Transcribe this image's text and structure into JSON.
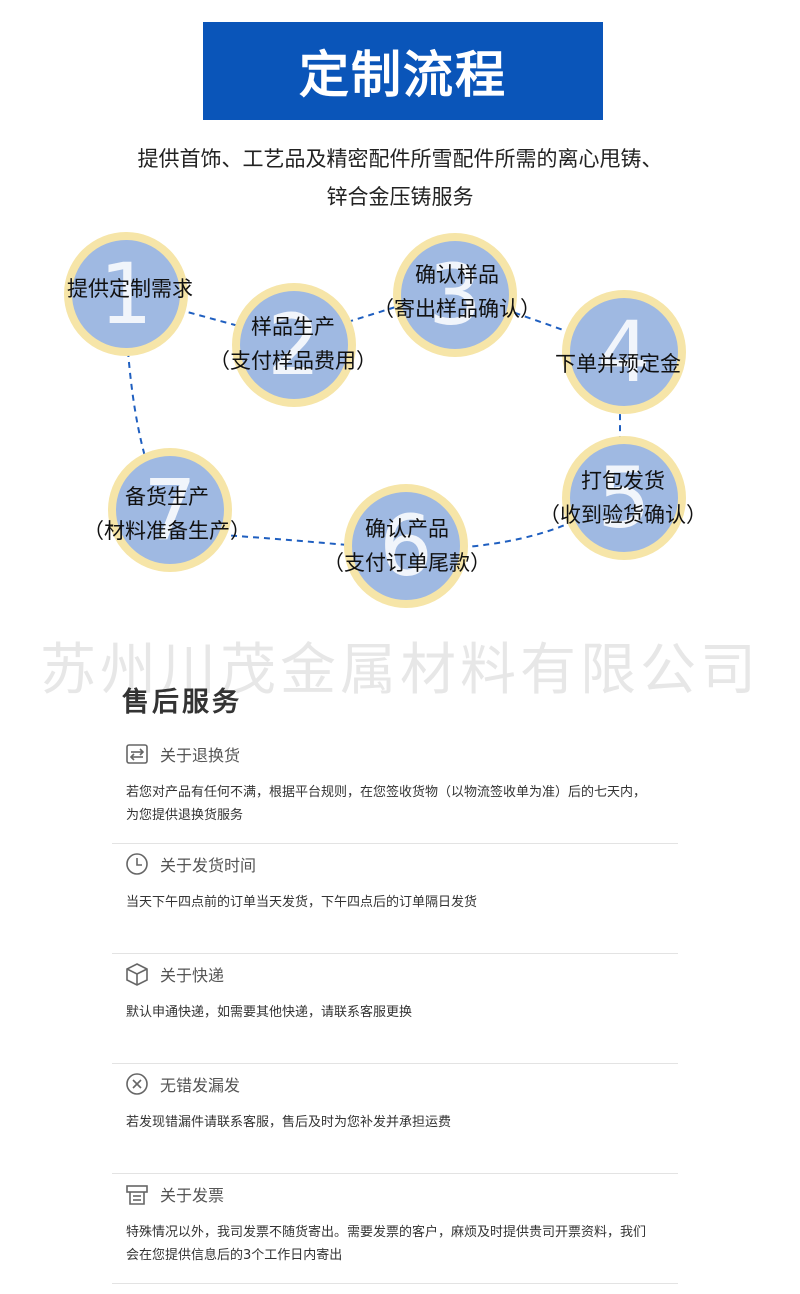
{
  "banner": {
    "title": "定制流程"
  },
  "subtitle": {
    "line1": "提供首饰、工艺品及精密配件所雪配件所需的离心甩铸、",
    "line2": "锌合金压铸服务"
  },
  "flow": {
    "steps": [
      {
        "num": "1",
        "label1": "提供定制需求",
        "label2": ""
      },
      {
        "num": "2",
        "label1": "样品生产",
        "label2": "（支付样品费用）"
      },
      {
        "num": "3",
        "label1": "确认样品",
        "label2": "（寄出样品确认）"
      },
      {
        "num": "4",
        "label1": "下单并预定金",
        "label2": ""
      },
      {
        "num": "5",
        "label1": "打包发货",
        "label2": "（收到验货确认）"
      },
      {
        "num": "6",
        "label1": "确认产品",
        "label2": "（支付订单尾款）"
      },
      {
        "num": "7",
        "label1": "备货生产",
        "label2": "（材料准备生产）"
      }
    ],
    "colors": {
      "circle": "#9fb9e2",
      "ring": "#f6e5a8",
      "line": "#1f5fc0",
      "banner": "#0a55b9"
    }
  },
  "watermark": "苏州川茂金属材料有限公司",
  "after_sales": {
    "title": "售后服务",
    "items": [
      {
        "icon": "return-icon",
        "title": "关于退换货",
        "body": "若您对产品有任何不满，根据平台规则，在您签收货物（以物流签收单为准）后的七天内，为您提供退换货服务"
      },
      {
        "icon": "clock-icon",
        "title": "关于发货时间",
        "body": "当天下午四点前的订单当天发货，下午四点后的订单隔日发货"
      },
      {
        "icon": "package-icon",
        "title": "关于快递",
        "body": "默认申通快递，如需要其他快递，请联系客服更换"
      },
      {
        "icon": "close-circle-icon",
        "title": "无错发漏发",
        "body": "若发现错漏件请联系客服，售后及时为您补发并承担运费"
      },
      {
        "icon": "invoice-icon",
        "title": "关于发票",
        "body": "特殊情况以外，我司发票不随货寄出。需要发票的客户，麻烦及时提供贵司开票资料，我们会在您提供信息后的3个工作日内寄出"
      }
    ]
  }
}
